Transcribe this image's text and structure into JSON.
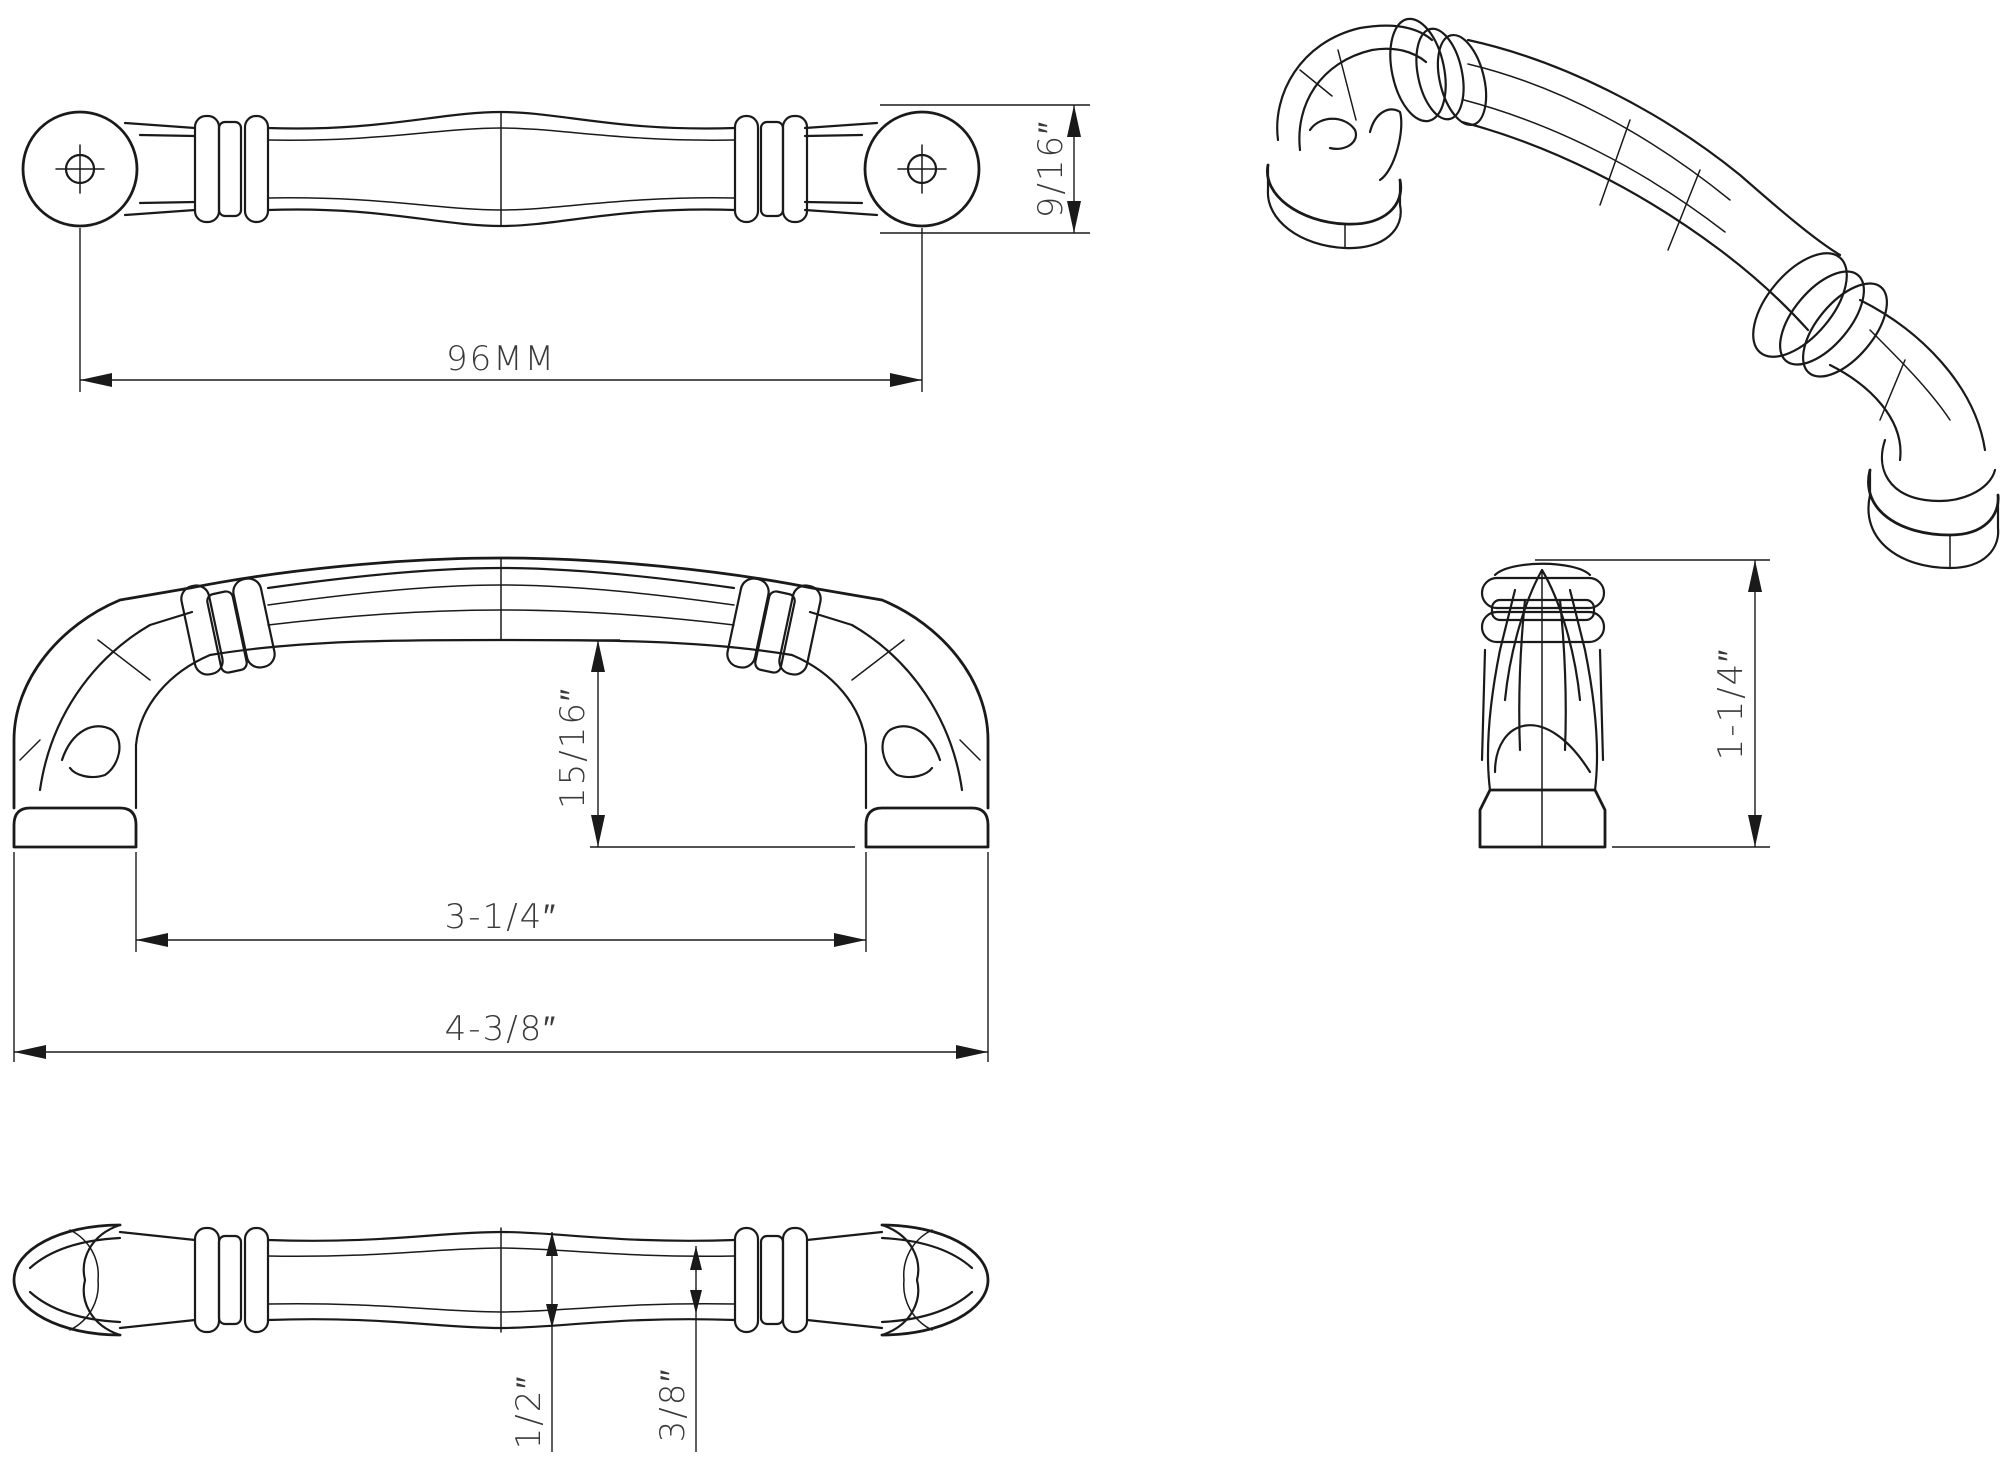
{
  "dimensions": {
    "top_center_distance": "96MM",
    "top_width": "9/16″",
    "front_projection": "15/16″",
    "front_center_distance": "3-1/4″",
    "front_overall_length": "4-3/8″",
    "side_height": "1-1/4″",
    "bottom_grip_width": "1/2″",
    "bottom_grip_narrow": "3/8″"
  },
  "colors": {
    "line": "#1a1a1a",
    "label": "#3a3a3a",
    "background": "#ffffff"
  }
}
